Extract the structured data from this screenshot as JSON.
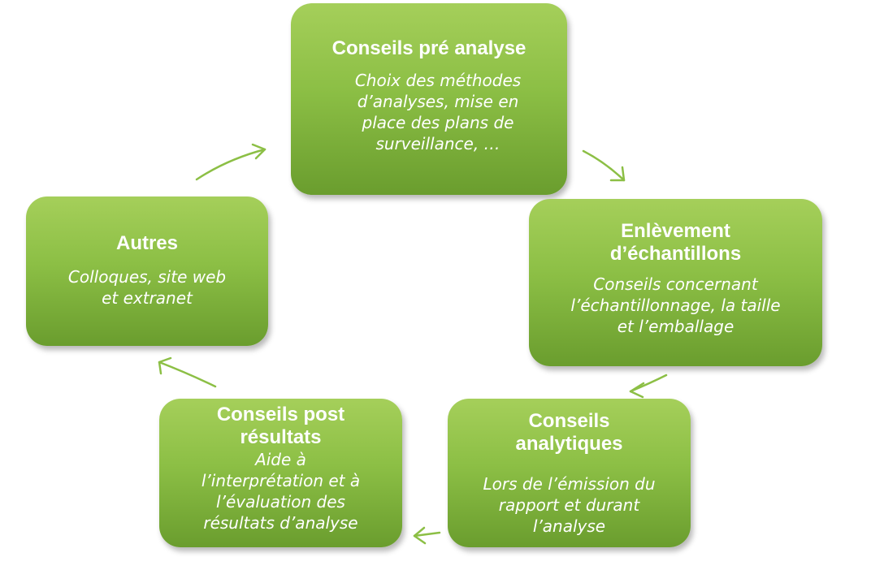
{
  "nodes": [
    {
      "title": "Conseils pré analyse",
      "desc": "Choix des méthodes\nd’analyses, mise en\nplace des plans de\nsurveillance, …"
    },
    {
      "title": "Enlèvement\nd’échantillons",
      "desc": "Conseils concernant\nl’échantillonnage, la taille\net l’emballage"
    },
    {
      "title": "Conseils\nanalytiques",
      "desc": "Lors de l’émission du\nrapport et durant\nl’analyse"
    },
    {
      "title": "Conseils post\nrésultats",
      "desc": "Aide à\nl’interprétation et à\nl’évaluation des\nrésultats d’analyse"
    },
    {
      "title": "Autres",
      "desc": "Colloques, site web\net extranet"
    }
  ],
  "colors": {
    "box_top": "#a5cf5a",
    "box_bottom": "#6a9d2e",
    "arrow": "#8cbf45",
    "text": "#ffffff"
  }
}
